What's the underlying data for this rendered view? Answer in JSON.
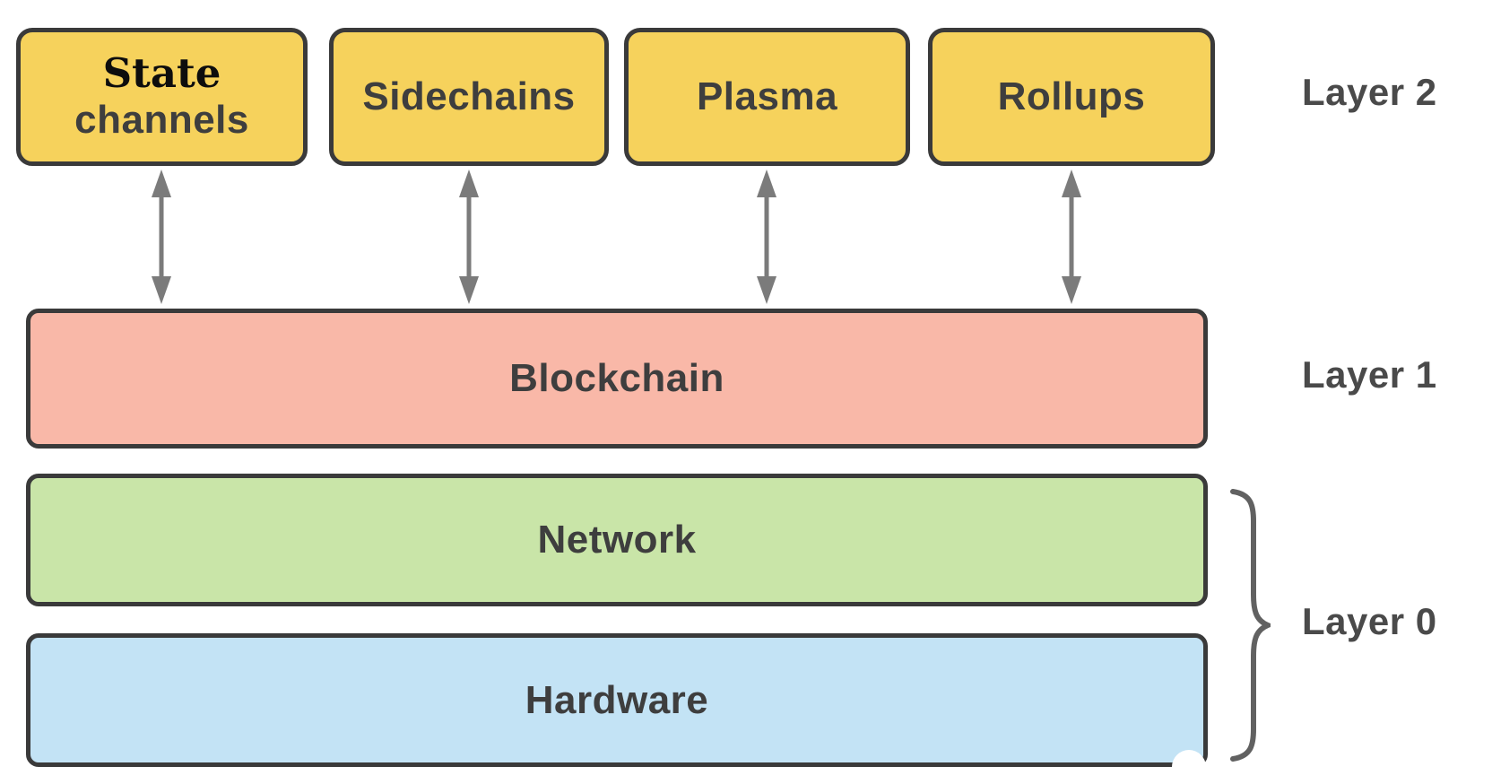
{
  "diagram": {
    "layers": {
      "layer2": {
        "label": "Layer 2",
        "boxes": {
          "state_channels": {
            "line1": "State",
            "line2": "channels"
          },
          "sidechains": {
            "label": "Sidechains"
          },
          "plasma": {
            "label": "Plasma"
          },
          "rollups": {
            "label": "Rollups"
          }
        }
      },
      "layer1": {
        "label": "Layer 1",
        "box": {
          "label": "Blockchain"
        }
      },
      "layer0": {
        "label": "Layer 0",
        "boxes": {
          "network": {
            "label": "Network"
          },
          "hardware": {
            "label": "Hardware"
          }
        }
      }
    },
    "icons": {
      "double_arrow": "double-headed-vertical-arrow",
      "brace": "right-curly-brace"
    },
    "colors": {
      "layer2_box_fill": "#f6d25c",
      "layer1_box_fill": "#f9b8a8",
      "network_box_fill": "#c9e5a8",
      "hardware_box_fill": "#c3e3f5",
      "box_border": "#3a3a3a",
      "arrow": "#7b7b7b",
      "brace": "#616161",
      "box_text": "#3e3e3e",
      "state_text": "#0d0d0d",
      "layer_label_text": "#4a4a4a",
      "background": "#ffffff"
    }
  }
}
